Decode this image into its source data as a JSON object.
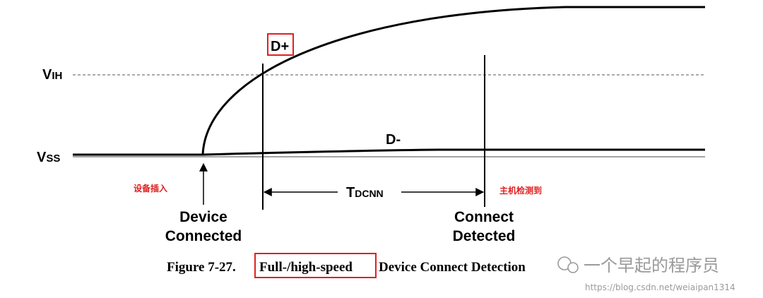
{
  "labels": {
    "vih_main": "V",
    "vih_sub": "IH",
    "vss_main": "V",
    "vss_sub": "SS",
    "d_plus": "D+",
    "d_minus": "D-",
    "tdcnn_main": "T",
    "tdcnn_sub": "DCNN",
    "device_inserted_cn": "设备插入",
    "device_connected_line1": "Device",
    "device_connected_line2": "Connected",
    "host_detected_cn": "主机检测到",
    "connect_detected_line1": "Connect",
    "connect_detected_line2": "Detected"
  },
  "caption": {
    "prefix": "Figure 7-27.",
    "highlight": "Full-/high-speed",
    "suffix": "Device Connect Detection"
  },
  "watermark": {
    "account": "一个早起的程序员",
    "url": "https://blog.csdn.net/weiaipan1314"
  },
  "colors": {
    "signal": "#000000",
    "threshold_dash": "#555555",
    "annotation_red": "#e02020",
    "highlight_box": "#e02020",
    "watermark": "#9a9a9a"
  }
}
